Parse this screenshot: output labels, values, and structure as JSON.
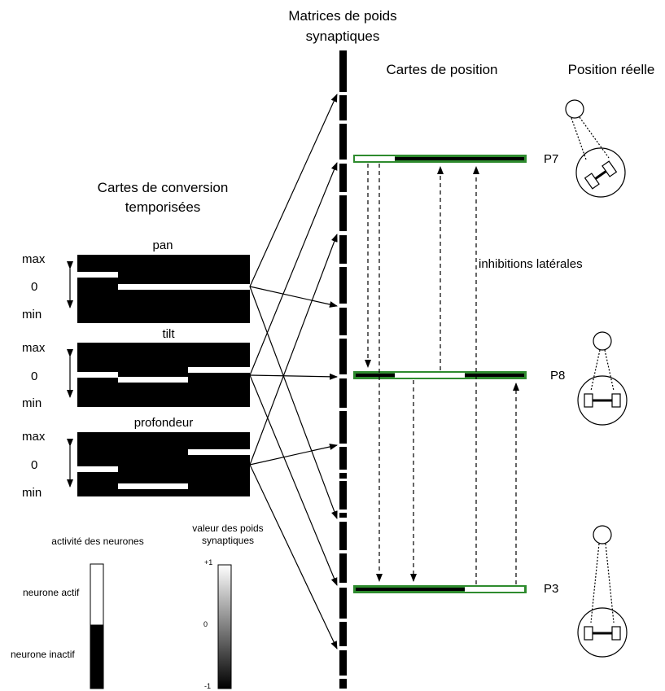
{
  "headings": {
    "weights": [
      "Matrices de poids",
      "synaptiques"
    ],
    "position_maps": "Cartes de position",
    "real_position": "Position réelle",
    "conversion": [
      "Cartes de conversion",
      "temporisées"
    ]
  },
  "conversion_maps": [
    {
      "name": "pan",
      "max_label": "max",
      "zero_label": "0",
      "min_label": "min"
    },
    {
      "name": "tilt",
      "max_label": "max",
      "zero_label": "0",
      "min_label": "min"
    },
    {
      "name": "profondeur",
      "max_label": "max",
      "zero_label": "0",
      "min_label": "min"
    }
  ],
  "position_maps": [
    {
      "label": "P7"
    },
    {
      "label": "P8"
    },
    {
      "label": "P3"
    }
  ],
  "lateral_inhibition_label": "inhibitions latérales",
  "legend_activity": {
    "title": "activité des neurones",
    "active": "neurone actif",
    "inactive": "neurone inactif"
  },
  "legend_weights": {
    "title": [
      "valeur des poids",
      "synaptiques"
    ],
    "max": "+1",
    "mid": "0",
    "min": "-1"
  },
  "colors": {
    "map_border": "#2e8b2e",
    "ink": "#000000",
    "paper": "#ffffff"
  }
}
